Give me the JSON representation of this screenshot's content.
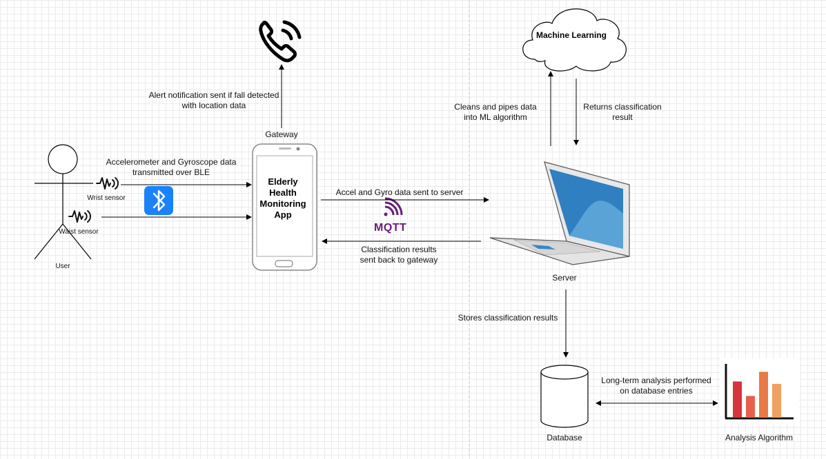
{
  "labels": {
    "alert": "Alert notification sent if fall detected\nwith location data",
    "gateway": "Gateway",
    "app": "Elderly\nHealth\nMonitoring\nApp",
    "sensor_data": "Accelerometer and Gyroscope data\ntransmitted over BLE",
    "wrist_sensor": "Wrist sensor",
    "waist_sensor": "Waist sensor",
    "user": "User",
    "to_server": "Accel and Gyro data sent to server",
    "mqtt": "MQTT",
    "to_gateway": "Classification results\nsent back to gateway",
    "ml": "Machine Learning",
    "cleans": "Cleans and pipes data\ninto ML algorithm",
    "returns": "Returns classification\nresult",
    "server": "Server",
    "stores": "Stores classification results",
    "database": "Database",
    "long_term": "Long-term analysis performed\non database entries",
    "analysis": "Analysis Algorithm"
  },
  "icons": [
    "phone-icon",
    "smartphone-icon",
    "stick-figure-icon",
    "sensor-wave-icon",
    "bluetooth-icon",
    "mqtt-icon",
    "cloud-icon",
    "laptop-icon",
    "database-icon",
    "bar-chart-icon"
  ],
  "colors": {
    "bluetooth": "#1a82fb",
    "mqtt": "#6b1a7a",
    "laptop_screen": "#2f7fc1",
    "chart_bars": [
      "#d8343c",
      "#e8604c",
      "#e87a45",
      "#f0a060"
    ]
  },
  "chart_data": {
    "type": "bar",
    "categories": [
      "",
      "",
      "",
      ""
    ],
    "values": [
      75,
      45,
      95,
      70
    ],
    "title": "",
    "xlabel": "",
    "ylabel": ""
  }
}
